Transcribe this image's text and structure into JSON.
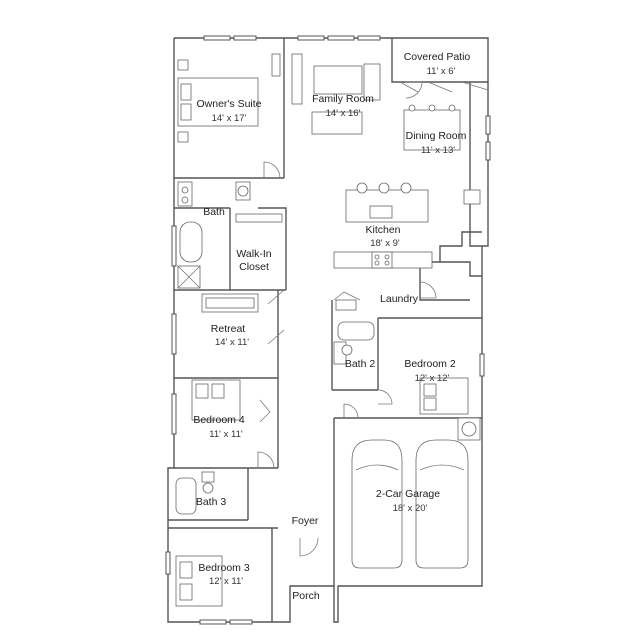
{
  "rooms": {
    "owners_suite": {
      "name": "Owner's Suite",
      "size": "14' x 17'"
    },
    "family_room": {
      "name": "Family Room",
      "size": "14' x 16'"
    },
    "covered_patio": {
      "name": "Covered Patio",
      "size": "11' x 6'"
    },
    "dining_room": {
      "name": "Dining Room",
      "size": "11' x 13'"
    },
    "bath_owner": {
      "name": "Bath"
    },
    "kitchen": {
      "name": "Kitchen",
      "size": "18' x 9'"
    },
    "walk_in_closet": {
      "name_line1": "Walk-In",
      "name_line2": "Closet"
    },
    "laundry": {
      "name": "Laundry"
    },
    "retreat": {
      "name": "Retreat",
      "size": "14' x 11'"
    },
    "bath_2": {
      "name": "Bath 2"
    },
    "bedroom_2": {
      "name": "Bedroom 2",
      "size": "12' x 12'"
    },
    "bedroom_4": {
      "name": "Bedroom 4",
      "size": "11' x 11'"
    },
    "garage": {
      "name": "2-Car Garage",
      "size": "18' x 20'"
    },
    "bath_3": {
      "name": "Bath 3"
    },
    "foyer": {
      "name": "Foyer"
    },
    "bedroom_3": {
      "name": "Bedroom 3",
      "size": "12' x 11'"
    },
    "porch": {
      "name": "Porch"
    }
  }
}
